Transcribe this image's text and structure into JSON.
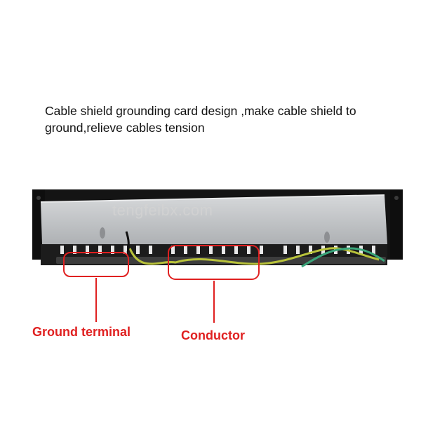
{
  "caption": "Cable shield grounding card design ,make cable shield to ground,relieve cables tension",
  "watermark": "tengfeibx.com",
  "labels": {
    "ground_terminal": "Ground terminal",
    "conductor": "Conductor"
  },
  "colors": {
    "annotation": "#e02020",
    "panel_body": "#c9cbcd",
    "panel_frame": "#141414",
    "wire_ground": "#b8c23a",
    "wire_cable": "#3aa57a"
  }
}
